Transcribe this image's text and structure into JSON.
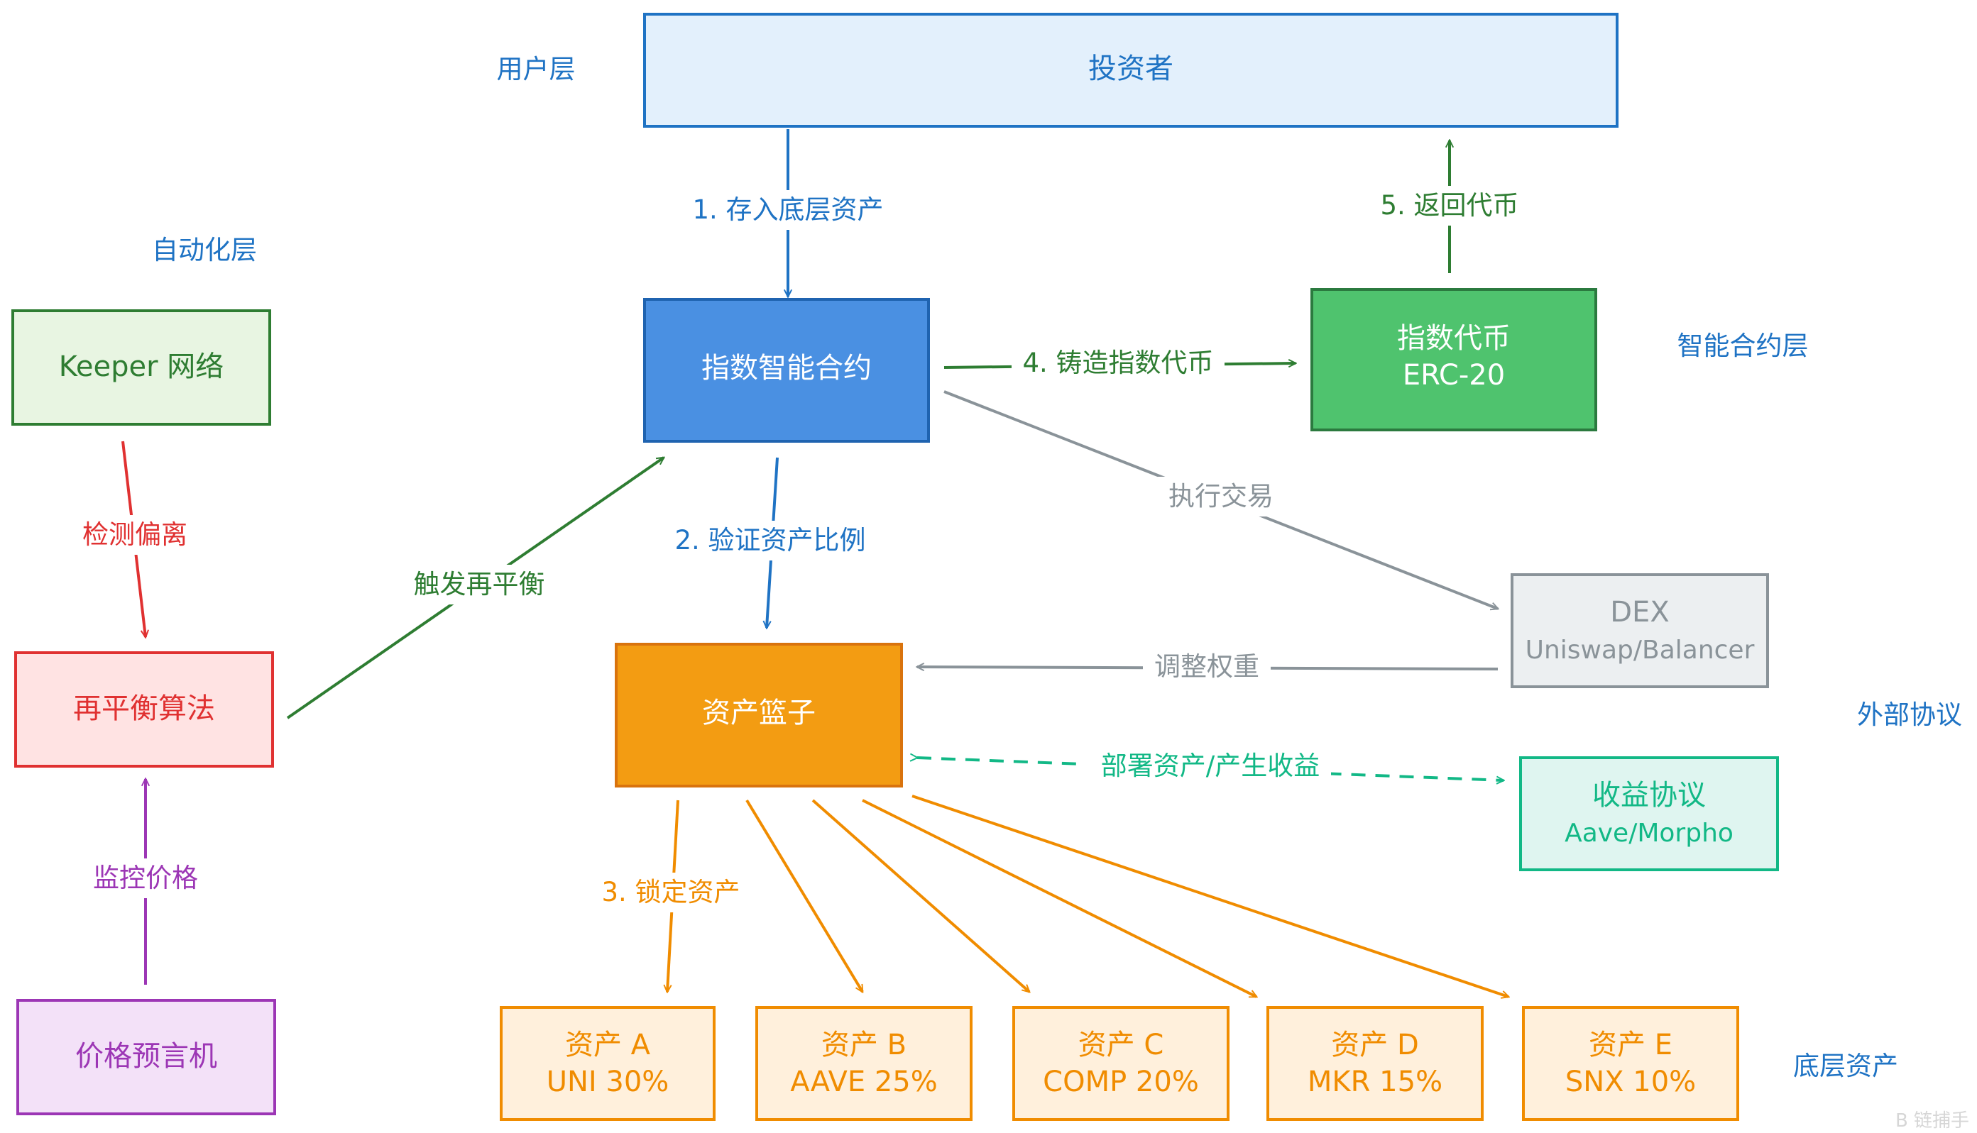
{
  "layers": {
    "user": "用户层",
    "automation": "自动化层",
    "smart_contract": "智能合约层",
    "external": "外部协议",
    "underlying": "底层资产"
  },
  "nodes": {
    "investor": "投资者",
    "index_contract": "指数智能合约",
    "index_token": {
      "line1": "指数代币",
      "line2": "ERC-20"
    },
    "keeper": "Keeper 网络",
    "rebalance_algo": "再平衡算法",
    "price_oracle": "价格预言机",
    "asset_basket": "资产篮子",
    "dex": {
      "line1": "DEX",
      "line2": "Uniswap/Balancer"
    },
    "yield_protocol": {
      "line1": "收益协议",
      "line2": "Aave/Morpho"
    },
    "assets": [
      {
        "line1": "资产 A",
        "line2": "UNI 30%"
      },
      {
        "line1": "资产 B",
        "line2": "AAVE 25%"
      },
      {
        "line1": "资产 C",
        "line2": "COMP 20%"
      },
      {
        "line1": "资产 D",
        "line2": "MKR 15%"
      },
      {
        "line1": "资产 E",
        "line2": "SNX 10%"
      }
    ]
  },
  "edges": {
    "deposit": "1. 存入底层资产",
    "verify": "2. 验证资产比例",
    "lock": "3. 锁定资产",
    "mint": "4. 铸造指数代币",
    "return": "5. 返回代币",
    "trade": "执行交易",
    "adjust": "调整权重",
    "deploy": "部署资产/产生收益",
    "detect": "检测偏离",
    "trigger": "触发再平衡",
    "monitor": "监控价格"
  },
  "colors": {
    "blue": "#1f73c4",
    "green": "#2e7d32",
    "gray": "#8a9399",
    "orange": "#f08c00",
    "teal": "#12b886",
    "red": "#e03131",
    "purple": "#9c36b5"
  },
  "watermark": "B 链捕手"
}
